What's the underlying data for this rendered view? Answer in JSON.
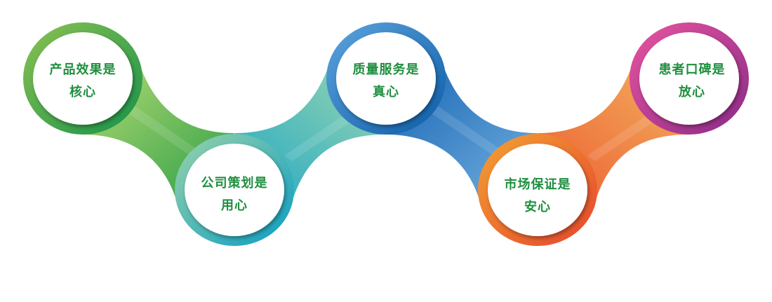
{
  "nodes": [
    {
      "line1": "产品效果是",
      "line2": "核心",
      "ring_colors": [
        "#8cc152",
        "#1a9444"
      ]
    },
    {
      "line1": "公司策划是",
      "line2": "用心",
      "ring_colors": [
        "#8fd0a8",
        "#0a9fc2"
      ]
    },
    {
      "line1": "质量服务是",
      "line2": "真心",
      "ring_colors": [
        "#5aa0dc",
        "#0d5fa8"
      ]
    },
    {
      "line1": "市场保证是",
      "line2": "安心",
      "ring_colors": [
        "#f0a030",
        "#e84a2a"
      ]
    },
    {
      "line1": "患者口碑是",
      "line2": "放心",
      "ring_colors": [
        "#e452a0",
        "#8e2a8a"
      ]
    }
  ],
  "links": [
    {
      "colors": [
        "#a8d46a",
        "#2aa048"
      ]
    },
    {
      "colors": [
        "#2ab0c8",
        "#8fd3a0"
      ]
    },
    {
      "colors": [
        "#1565b5",
        "#6aaadf"
      ]
    },
    {
      "colors": [
        "#f07a50",
        "#f0a040"
      ]
    }
  ],
  "text_color": "#1f8f3f"
}
